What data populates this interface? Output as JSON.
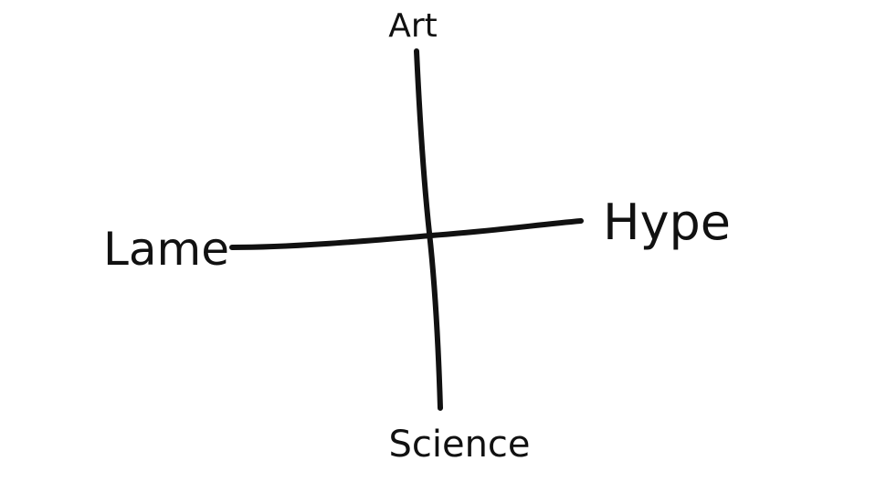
{
  "diagram": {
    "labels": {
      "top": "Art",
      "bottom": "Science",
      "left": "Lame",
      "right": "Hype"
    },
    "colors": {
      "background": "#ffffff",
      "ink": "#111111"
    }
  }
}
